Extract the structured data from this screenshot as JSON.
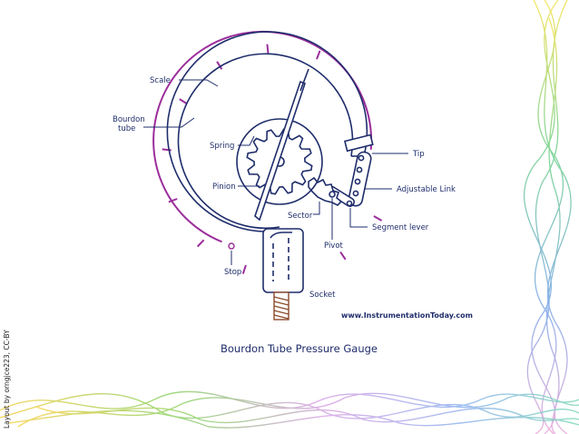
{
  "diagram": {
    "caption": "Bourdon Tube Pressure Gauge",
    "source": "www.InstrumentationToday.com",
    "labels": {
      "scale": "Scale",
      "bourdon_tube_1": "Bourdon",
      "bourdon_tube_2": "tube",
      "spring": "Spring",
      "pinion": "Pinion",
      "sector": "Sector",
      "pivot": "Pivot",
      "stop": "Stop",
      "socket": "Socket",
      "tip": "Tip",
      "adjustable_link": "Adjustable Link",
      "segment_lever": "Segment lever"
    }
  },
  "credit": "Layout by orngjce223, CC-BY",
  "colors": {
    "ink": "#1f2d6b",
    "scale": "#9b2d9b",
    "socket_thread": "#8b4a2b"
  }
}
